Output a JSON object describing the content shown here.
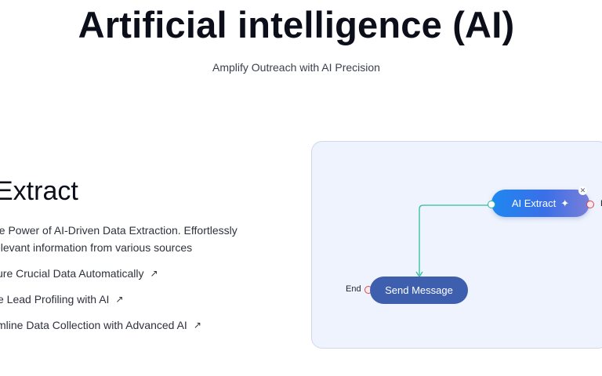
{
  "hero": {
    "title": "Artificial intelligence (AI)",
    "subtitle": "Amplify Outreach with AI Precision"
  },
  "section": {
    "heading": "Extract",
    "description_lines": [
      "he Power of AI-Driven Data Extraction. Effortlessly",
      "elevant information from various sources"
    ],
    "features": [
      {
        "label": "ure Crucial Data Automatically",
        "icon": "external-arrow-icon"
      },
      {
        "label": "e Lead Profiling with AI",
        "icon": "external-arrow-icon"
      },
      {
        "label": "mline Data Collection with Advanced AI",
        "icon": "external-arrow-icon"
      }
    ]
  },
  "flow": {
    "extract_node": {
      "label": "AI Extract",
      "icon": "sparkle-icon"
    },
    "send_node": {
      "label": "Send Message"
    },
    "end_label": "End",
    "right_cut_label": "E",
    "close_icon": "close-icon"
  },
  "colors": {
    "connector": "#2bbf9c",
    "extract_node_start": "#1e88f0",
    "extract_node_end": "#7a7fd8",
    "send_node": "#3e5fae",
    "canvas_bg": "#eef3fd"
  }
}
